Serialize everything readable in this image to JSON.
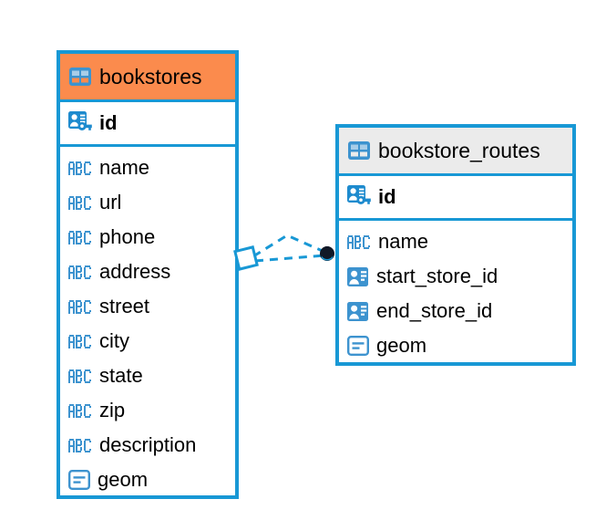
{
  "diagram": {
    "type": "entity-relationship-diagram",
    "background_color": "#ffffff",
    "accent_color": "#1898D5",
    "highlight_color": "#FB8B4D",
    "header_neutral_color": "#EBEBEB",
    "icon_blue": "#3D93CF"
  },
  "entities": [
    {
      "name": "bookstores",
      "header_color": "#FB8B4D",
      "header_icon": "table-icon",
      "primary_key": {
        "label": "id",
        "icon": "primary-key-icon"
      },
      "fields": [
        {
          "label": "name",
          "icon": "abc-text-icon"
        },
        {
          "label": "url",
          "icon": "abc-text-icon"
        },
        {
          "label": "phone",
          "icon": "abc-text-icon"
        },
        {
          "label": "address",
          "icon": "abc-text-icon"
        },
        {
          "label": "street",
          "icon": "abc-text-icon"
        },
        {
          "label": "city",
          "icon": "abc-text-icon"
        },
        {
          "label": "state",
          "icon": "abc-text-icon"
        },
        {
          "label": "zip",
          "icon": "abc-text-icon"
        },
        {
          "label": "description",
          "icon": "abc-text-icon"
        },
        {
          "label": "geom",
          "icon": "geometry-icon"
        }
      ]
    },
    {
      "name": "bookstore_routes",
      "header_color": "#EBEBEB",
      "header_icon": "table-icon",
      "primary_key": {
        "label": "id",
        "icon": "primary-key-icon"
      },
      "fields": [
        {
          "label": "name",
          "icon": "abc-text-icon"
        },
        {
          "label": "start_store_id",
          "icon": "foreign-key-icon"
        },
        {
          "label": "end_store_id",
          "icon": "foreign-key-icon"
        },
        {
          "label": "geom",
          "icon": "geometry-icon"
        }
      ]
    }
  ],
  "relationship": {
    "style": "dashed",
    "color": "#1898D5",
    "source_endpoint": "diamond-marker",
    "target_endpoint": "filled-circle-marker",
    "target_endpoint_color": "#111827"
  }
}
